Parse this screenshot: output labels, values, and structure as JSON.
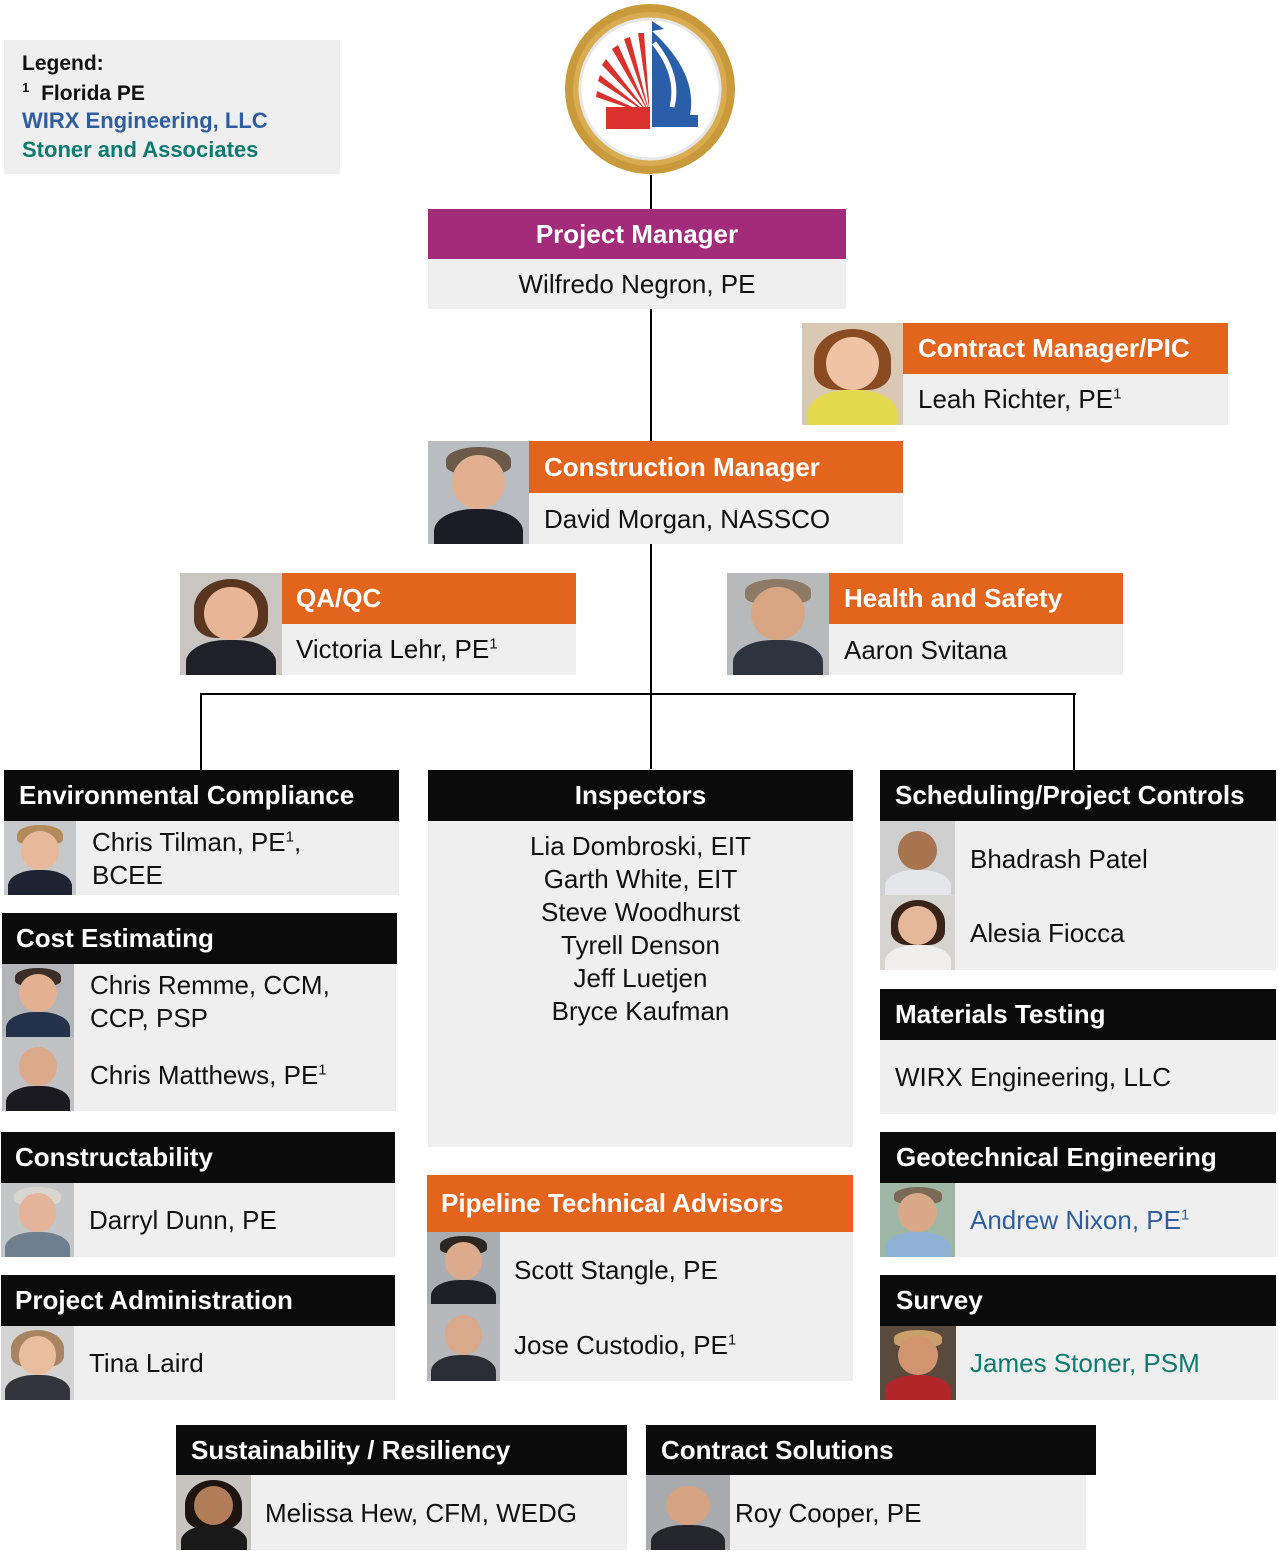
{
  "legend": {
    "title": "Legend:",
    "sup": "1",
    "florida_pe": "Florida PE",
    "wirx": "WIRX Engineering, LLC",
    "stoner": "Stoner and Associates",
    "colors": {
      "wirx": "#2f5e9e",
      "stoner": "#0f7a70"
    }
  },
  "colors": {
    "header_black": "#0b0b0b",
    "header_orange": "#e2641d",
    "header_purple": "#a32c7a",
    "body_gray": "#efefef"
  },
  "pm": {
    "title": "Project Manager",
    "name": "Wilfredo Negron, PE"
  },
  "contract_manager": {
    "title": "Contract Manager/PIC",
    "name": "Leah Richter, PE",
    "sup": "1"
  },
  "construction_manager": {
    "title": "Construction Manager",
    "name": "David Morgan, NASSCO"
  },
  "qaqc": {
    "title": "QA/QC",
    "name": "Victoria Lehr, PE",
    "sup": "1"
  },
  "health_safety": {
    "title": "Health and Safety",
    "name": "Aaron Svitana"
  },
  "environmental": {
    "title": "Environmental Compliance",
    "line1": "Chris Tilman, PE",
    "sup": "1",
    "comma": ",",
    "line2": "BCEE"
  },
  "cost": {
    "title": "Cost Estimating",
    "p1_line1": "Chris Remme, CCM,",
    "p1_line2": "CCP, PSP",
    "p2": "Chris Matthews, PE",
    "p2_sup": "1"
  },
  "constructability": {
    "title": "Constructability",
    "name": "Darryl Dunn, PE"
  },
  "admin": {
    "title": "Project Administration",
    "name": "Tina Laird"
  },
  "inspectors": {
    "title": "Inspectors",
    "names": [
      "Lia Dombroski, EIT",
      "Garth White, EIT",
      "Steve Woodhurst",
      "Tyrell Denson",
      "Jeff Luetjen",
      "Bryce Kaufman"
    ]
  },
  "pipeline": {
    "title": "Pipeline Technical Advisors",
    "p1": "Scott Stangle, PE",
    "p2": "Jose Custodio, PE",
    "p2_sup": "1"
  },
  "scheduling": {
    "title": "Scheduling/Project Controls",
    "p1": "Bhadrash Patel",
    "p2": "Alesia Fiocca"
  },
  "materials": {
    "title": "Materials Testing",
    "name": "WIRX Engineering, LLC"
  },
  "geotech": {
    "title": "Geotechnical Engineering",
    "name": "Andrew Nixon, PE",
    "sup": "1"
  },
  "survey": {
    "title": "Survey",
    "name": "James Stoner, PSM"
  },
  "sustainability": {
    "title": "Sustainability / Resiliency",
    "name": "Melissa Hew, CFM, WEDG"
  },
  "contract_solutions": {
    "title": "Contract Solutions",
    "name": "Roy Cooper, PE"
  }
}
